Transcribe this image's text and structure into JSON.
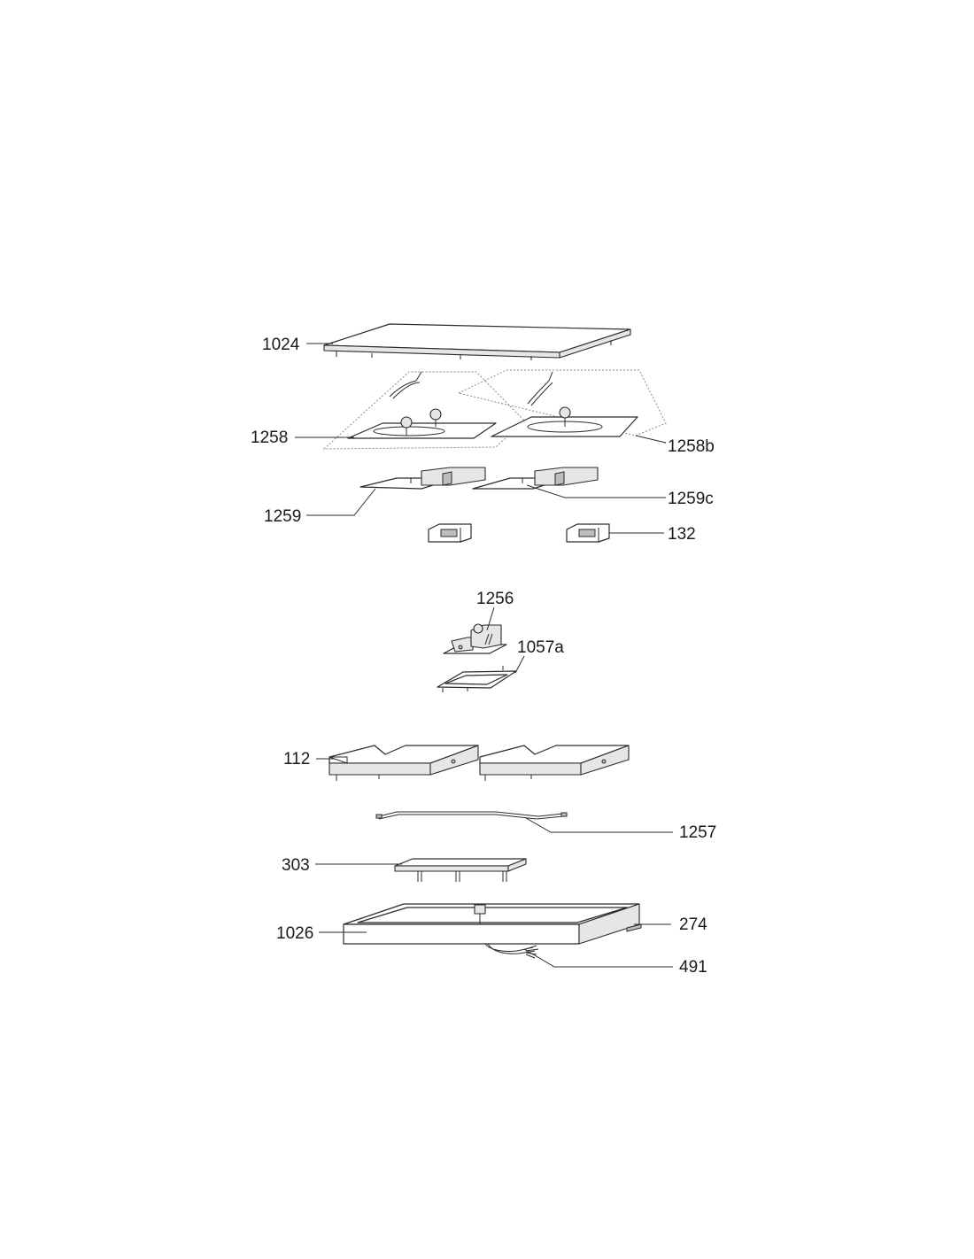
{
  "diagram": {
    "labels": {
      "p1024": "1024",
      "p1258": "1258",
      "p1258b": "1258b",
      "p1259": "1259",
      "p1259c": "1259c",
      "p132": "132",
      "p1256": "1256",
      "p1057a": "1057a",
      "p112": "112",
      "p1257": "1257",
      "p303": "303",
      "p1026": "1026",
      "p274": "274",
      "p491": "491"
    }
  }
}
